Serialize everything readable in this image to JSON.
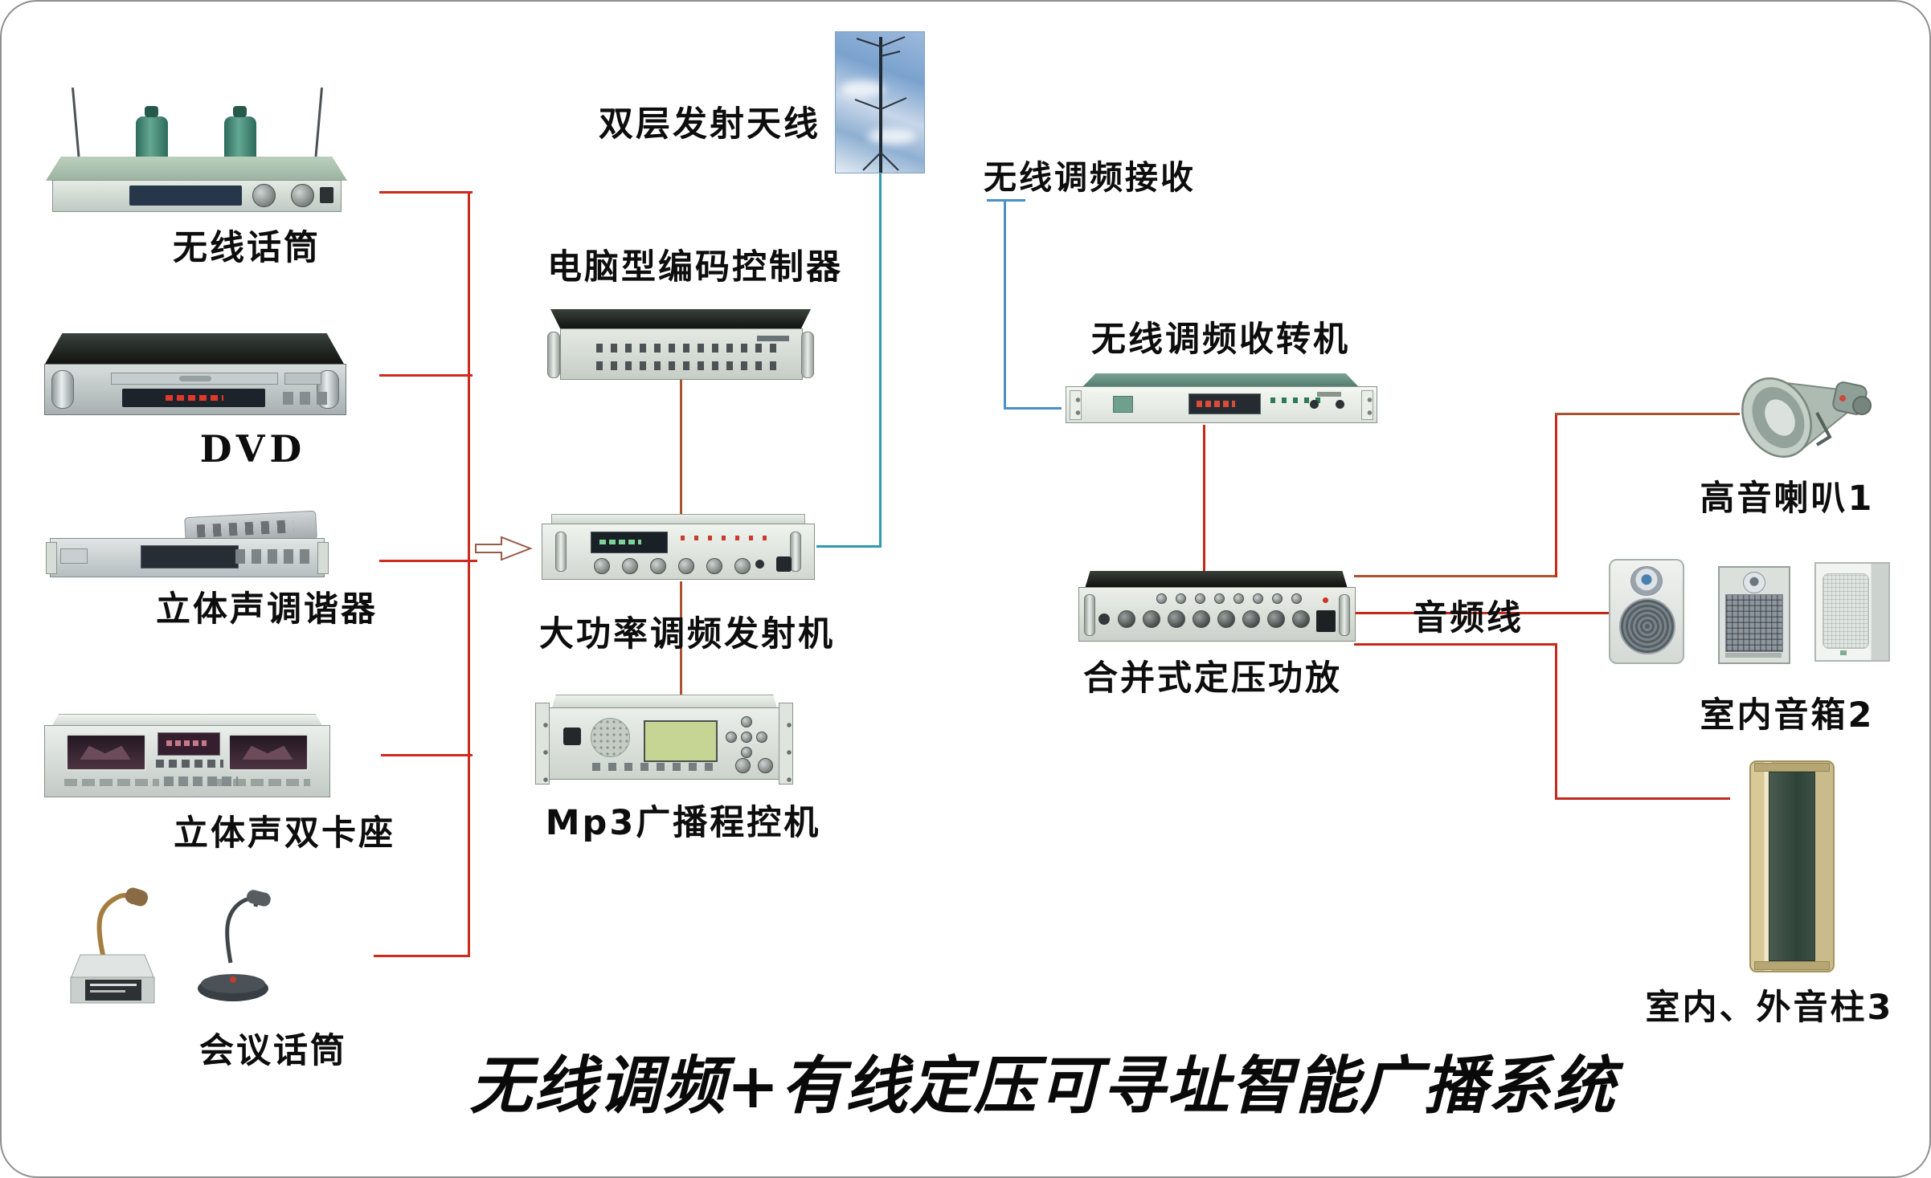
{
  "title": "无线调频+有线定压可寻址智能广播系统",
  "nodes": {
    "wireless_mic": {
      "label": "无线话筒"
    },
    "dvd": {
      "label": "DVD"
    },
    "tuner": {
      "label": "立体声调谐器"
    },
    "cassette": {
      "label": "立体声双卡座"
    },
    "conference_mic": {
      "label": "会议话筒"
    },
    "antenna": {
      "label": "双层发射天线"
    },
    "encoder": {
      "label": "电脑型编码控制器"
    },
    "transmitter": {
      "label": "大功率调频发射机"
    },
    "mp3": {
      "label": "Mp3广播程控机"
    },
    "fm_receive": {
      "label": "无线调频接收"
    },
    "repeater": {
      "label": "无线调频收转机"
    },
    "amplifier": {
      "label": "合并式定压功放"
    },
    "audio_line": {
      "label": "音频线"
    },
    "horn": {
      "label": "高音喇叭1"
    },
    "indoor_speaker": {
      "label": "室内音箱2"
    },
    "column_speaker": {
      "label": "室内、外音柱3"
    }
  },
  "colors": {
    "wire_source_bus": "#cc2b1e",
    "wire_speaker": "#c22a1d",
    "wire_rf_feeder": "#2e9aae",
    "wire_fm_receive": "#4a8fc8",
    "wire_encoder_link": "#a9542e"
  }
}
